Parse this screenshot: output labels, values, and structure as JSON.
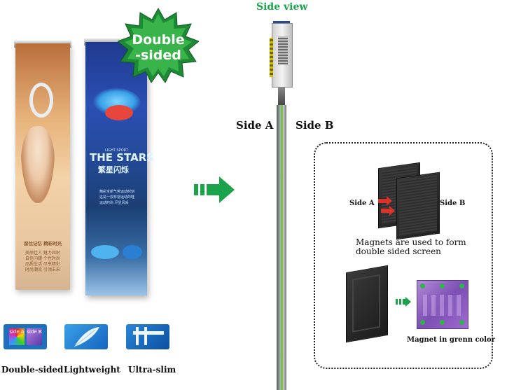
{
  "posters": {
    "left": {
      "caption_cn": "留住记忆 精彩时光",
      "lines_cn": [
        "美丽佳人 魅力四射",
        "自信闪耀 个性时尚",
        "品质生活 尽享精彩",
        "时尚潮流 引领未来"
      ]
    },
    "right": {
      "brand_small": "LIGHT SPORT",
      "brand_big": "THE STARS",
      "brand_cn": "繁星闪烁",
      "lines_cn": [
        "精彩全新气势运动时刻",
        "这是一双非常运动的鞋",
        "运动时尚 尽显风采"
      ]
    }
  },
  "badge": {
    "line1": "Double",
    "line2": "-sided",
    "color": "#2a9d3e"
  },
  "features": [
    {
      "label": "Double-sided",
      "icon": "double-sided-icon",
      "inner_a": "side A",
      "inner_b": "side B"
    },
    {
      "label": "Lightweight",
      "icon": "feather-icon"
    },
    {
      "label": "Ultra-slim",
      "icon": "caliper-icon"
    }
  ],
  "arrow_color": "#1aa34a",
  "side_view": {
    "title": "Side view",
    "side_a": "Side A",
    "side_b": "Side B"
  },
  "magnet_panel": {
    "cab_label_a": "Side A",
    "cab_label_b": "Side B",
    "caption_line1": "Magnets are used to form",
    "caption_line2": "double sided screen",
    "magnet_caption": "Magnet in grenn color"
  }
}
